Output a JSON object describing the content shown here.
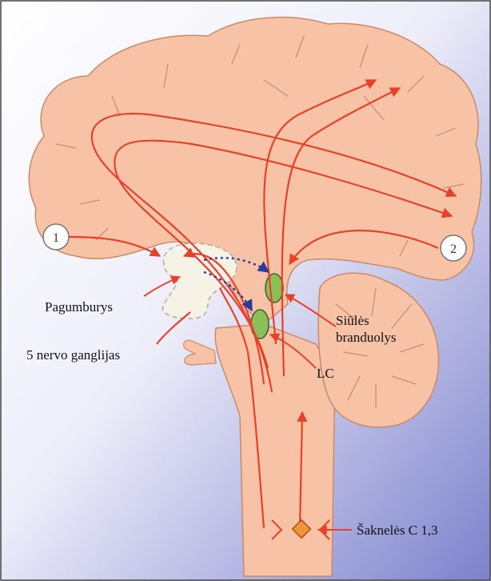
{
  "markers": {
    "one": "1",
    "two": "2"
  },
  "labels": {
    "hypothalamus": "Pagumburys",
    "raphe_line1": "Siūlės",
    "raphe_line2": "branduolys",
    "trigeminal_ganglion": "5 nervo ganglijas",
    "locus_coeruleus": "LC",
    "roots": "Šaknelės C 1,3"
  },
  "colors": {
    "brain": "#f7c2a6",
    "brain_outline": "#c98a6a",
    "pathway": "#e8412a",
    "dotted_pathway": "#2a3a9a",
    "nucleus": "#8cbf5a",
    "root_marker": "#f0953a",
    "background_top": "#ffffff",
    "background_bottom": "#8b8fd0"
  }
}
